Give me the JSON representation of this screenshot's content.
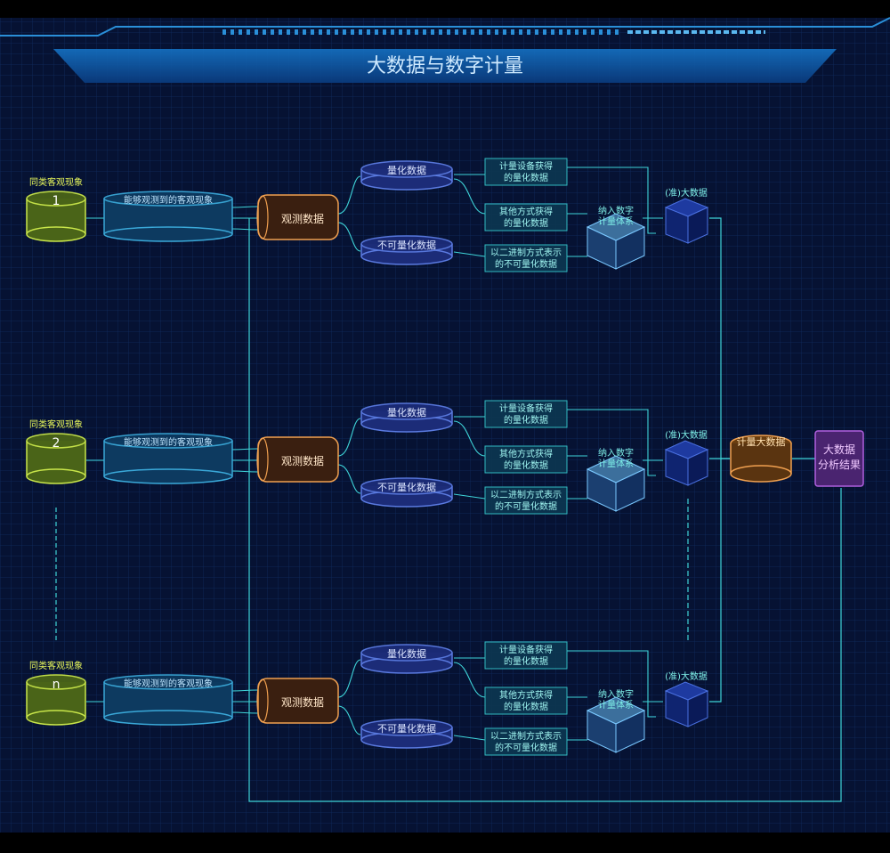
{
  "title": "大数据与数字计量",
  "rows": [
    {
      "phenomenon_label": "同类客观现象",
      "index": "1",
      "observable": "能够观测到的客观现象",
      "observed": "观测数据",
      "quantified": "量化数据",
      "unquantified": "不可量化数据",
      "box_device": [
        "计量设备获得",
        "的量化数据"
      ],
      "box_other": [
        "其他方式获得",
        "的量化数据"
      ],
      "box_binary": [
        "以二进制方式表示",
        "的不可量化数据"
      ],
      "system": [
        "纳入数字",
        "计量体系"
      ],
      "quasi": "(准)大数据"
    },
    {
      "phenomenon_label": "同类客观现象",
      "index": "2",
      "observable": "能够观测到的客观现象",
      "observed": "观测数据",
      "quantified": "量化数据",
      "unquantified": "不可量化数据",
      "box_device": [
        "计量设备获得",
        "的量化数据"
      ],
      "box_other": [
        "其他方式获得",
        "的量化数据"
      ],
      "box_binary": [
        "以二进制方式表示",
        "的不可量化数据"
      ],
      "system": [
        "纳入数字",
        "计量体系"
      ],
      "quasi": "(准)大数据"
    },
    {
      "phenomenon_label": "同类客观现象",
      "index": "n",
      "observable": "能够观测到的客观现象",
      "observed": "观测数据",
      "quantified": "量化数据",
      "unquantified": "不可量化数据",
      "box_device": [
        "计量设备获得",
        "的量化数据"
      ],
      "box_other": [
        "其他方式获得",
        "的量化数据"
      ],
      "box_binary": [
        "以二进制方式表示",
        "的不可量化数据"
      ],
      "system": [
        "纳入数字",
        "计量体系"
      ],
      "quasi": "(准)大数据"
    }
  ],
  "metered_big_data": "计量大数据",
  "result": [
    "大数据",
    "分析结果"
  ],
  "colors": {
    "background": "#061233",
    "grid": "#0e2a5c",
    "title_bar": "#0f5ea8",
    "line": "#3fd4d8",
    "phenomenon": "#c9e64a",
    "observable": "#3aa8d8",
    "observed": "#f0a050",
    "quantified": "#5a7ae0",
    "box": "#35c4c8",
    "result": "#b060e0"
  }
}
